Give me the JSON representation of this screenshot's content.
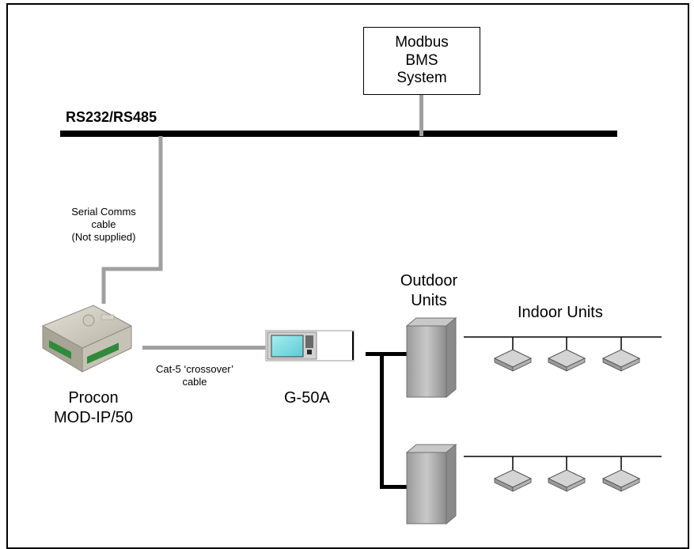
{
  "bms_box": {
    "lines": [
      "Modbus",
      "BMS",
      "System"
    ]
  },
  "bus_label": "RS232/RS485",
  "serial_cable_label": [
    "Serial Comms",
    "cable",
    "(Not supplied)"
  ],
  "procon_label": [
    "Procon",
    "MOD-IP/50"
  ],
  "crossover_label": [
    "Cat-5 ‘crossover’",
    "cable"
  ],
  "g50a_label": "G-50A",
  "outdoor_label": [
    "Outdoor",
    "Units"
  ],
  "indoor_label": "Indoor Units"
}
